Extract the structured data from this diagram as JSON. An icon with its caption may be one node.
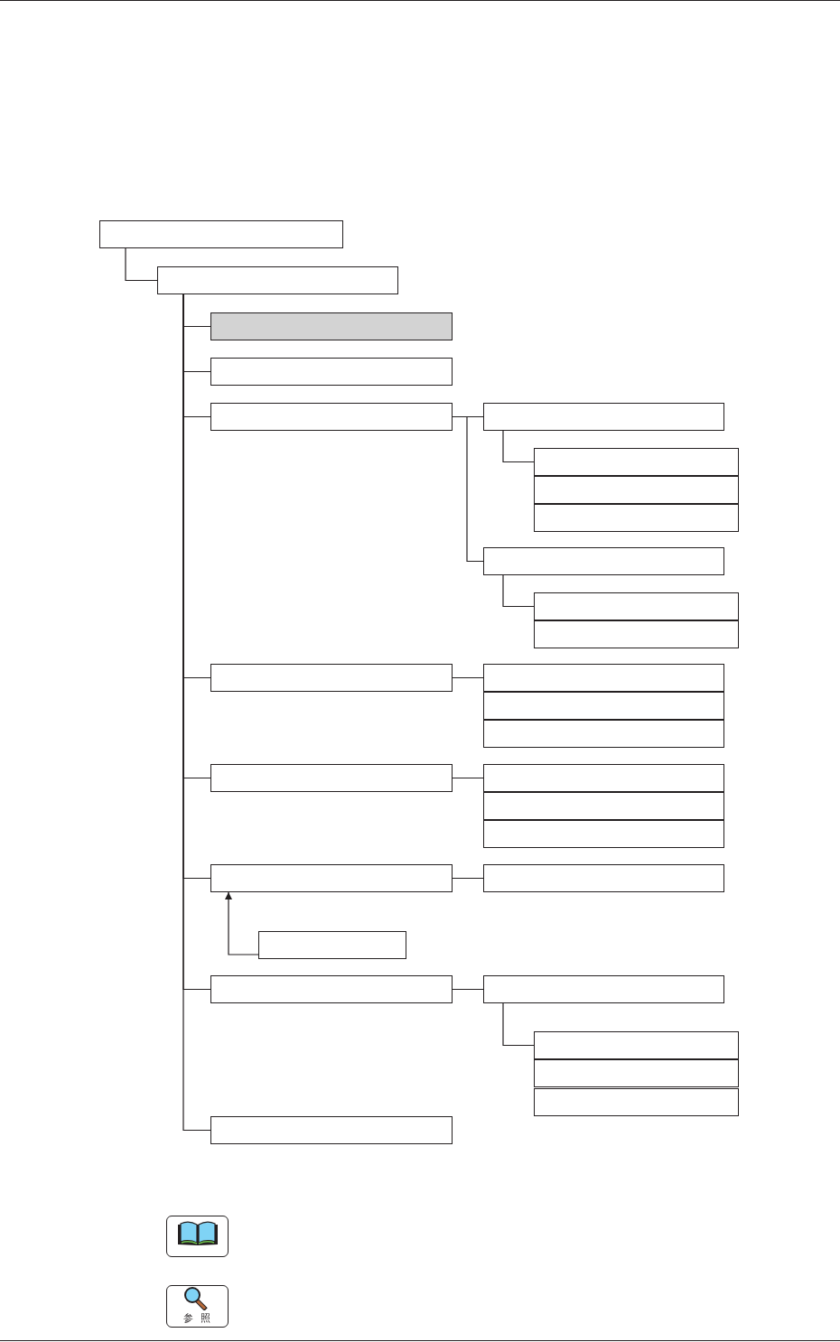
{
  "diagram": {
    "nodes": [
      {
        "text": [],
        "shape": "box"
      },
      {
        "text": [],
        "shape": "box"
      },
      {
        "text": [],
        "shape": "box"
      },
      {
        "text": [],
        "shape": "box"
      },
      {
        "text": [],
        "shape": "box"
      },
      {
        "text": [],
        "shape": "box"
      },
      {
        "text": [],
        "shape": "box"
      },
      {
        "text": [],
        "shape": "box"
      },
      {
        "text": [],
        "shape": "box"
      },
      {
        "text": [],
        "shape": "box"
      },
      {
        "text": [],
        "shape": "box"
      },
      {
        "text": [],
        "shape": "box"
      },
      {
        "text": [],
        "shape": "box"
      },
      {
        "text": [],
        "shape": "box"
      },
      {
        "text": [],
        "shape": "box"
      },
      {
        "text": [],
        "shape": "box"
      },
      {
        "text": [],
        "shape": "box"
      },
      {
        "text": [],
        "shape": "box"
      },
      {
        "text": [],
        "shape": "box"
      },
      {
        "text": [],
        "shape": "box"
      },
      {
        "text": [],
        "shape": "box"
      },
      {
        "text": [],
        "shape": "box"
      },
      {
        "text": [],
        "shape": "box"
      },
      {
        "text": [],
        "shape": "box"
      },
      {
        "text": [],
        "shape": "box"
      },
      {
        "text": [],
        "shape": "box"
      },
      {
        "text": [],
        "shape": "box"
      },
      {
        "text": [],
        "shape": "box"
      },
      {
        "text": [],
        "shape": "box"
      }
    ],
    "edges": [
      {
        "from": 0,
        "to": 1,
        "arrow": "none"
      },
      {
        "from": 1,
        "to": 2,
        "arrow": "none"
      },
      {
        "from": 1,
        "to": 3,
        "arrow": "none"
      },
      {
        "from": 1,
        "to": 4,
        "arrow": "none"
      },
      {
        "from": 4,
        "to": 5,
        "arrow": "none"
      },
      {
        "from": 4,
        "to": 9,
        "arrow": "none"
      },
      {
        "from": 5,
        "to": 6,
        "arrow": "none"
      },
      {
        "from": 9,
        "to": 10,
        "arrow": "none"
      },
      {
        "from": 1,
        "to": 12,
        "arrow": "none"
      },
      {
        "from": 12,
        "to": 13,
        "arrow": "none"
      },
      {
        "from": 1,
        "to": 16,
        "arrow": "none"
      },
      {
        "from": 16,
        "to": 17,
        "arrow": "none"
      },
      {
        "from": 1,
        "to": 20,
        "arrow": "none"
      },
      {
        "from": 20,
        "to": 21,
        "arrow": "none"
      },
      {
        "from": 22,
        "to": 20,
        "arrow": "to"
      },
      {
        "from": 1,
        "to": 23,
        "arrow": "none"
      },
      {
        "from": 23,
        "to": 24,
        "arrow": "none"
      },
      {
        "from": 24,
        "to": 25,
        "arrow": "none"
      },
      {
        "from": 1,
        "to": 28,
        "arrow": "none"
      }
    ],
    "labels": [
      "参照"
    ]
  }
}
